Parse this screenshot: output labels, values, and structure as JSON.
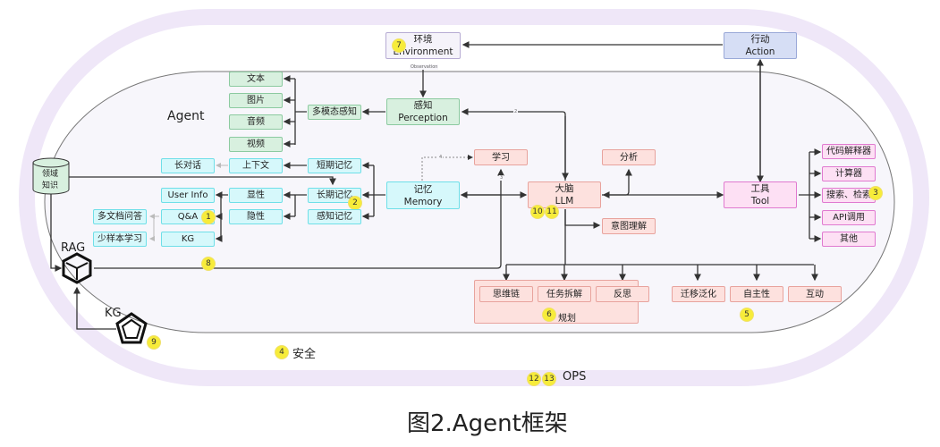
{
  "agent_label": "Agent",
  "environment": {
    "line1": "环境",
    "line2": "Environment",
    "badge": "7"
  },
  "action": {
    "line1": "行动",
    "line2": "Action"
  },
  "observation_label": "Observation",
  "perception": {
    "line1": "感知",
    "line2": "Perception"
  },
  "multimodal": {
    "label": "多模态感知",
    "items": [
      "文本",
      "图片",
      "音频",
      "视频"
    ]
  },
  "memory": {
    "line1": "记忆",
    "line2": "Memory",
    "short_term": "短期记忆",
    "long_term": "长期记忆",
    "sensory": "感知记忆",
    "long_term_badge": "2",
    "context": "上下文",
    "long_dialog": "长对话",
    "explicit": "显性",
    "implicit": "隐性",
    "user_info": "User Info",
    "qa": "Q&A",
    "kg": "KG",
    "qa_badge": "1",
    "multi_doc_qa": "多文档问答",
    "few_shot": "少样本学习"
  },
  "domain_knowledge": {
    "line1": "领域",
    "line2": "知识"
  },
  "rag": {
    "label": "RAG",
    "badge": "8"
  },
  "kg_icon": {
    "label": "KG",
    "badge": "9"
  },
  "learning": "学习",
  "llm": {
    "line1": "大脑",
    "line2": "LLM",
    "badges": [
      "10",
      "11"
    ]
  },
  "analysis": "分析",
  "intent": "意图理解",
  "tool": {
    "line1": "工具",
    "line2": "Tool",
    "items": [
      "代码解释器",
      "计算器",
      "搜索、检索",
      "API调用",
      "其他"
    ],
    "search_badge": "3"
  },
  "planning": {
    "label": "规划",
    "badge": "6",
    "items": [
      "思维链",
      "任务拆解",
      "反思"
    ]
  },
  "capabilities": {
    "badge": "5",
    "items": [
      "迁移泛化",
      "自主性",
      "互动"
    ]
  },
  "edge_labels": {
    "perception_llm": "2",
    "learning_llm": "3",
    "memory_learning": "4"
  },
  "security": {
    "label": "安全",
    "badge": "4"
  },
  "ops": {
    "label": "OPS",
    "badges": [
      "12",
      "13"
    ]
  },
  "caption": "图2.Agent框架",
  "colors": {
    "ring": "#efe7f8",
    "agent_bg": "#f7f6fb",
    "green": "#d8f0df",
    "cyan": "#d6f8fb",
    "pink": "#fde1de",
    "magenta": "#fde0f4",
    "blue": "#d6def5",
    "badge": "#f7ec3a"
  }
}
